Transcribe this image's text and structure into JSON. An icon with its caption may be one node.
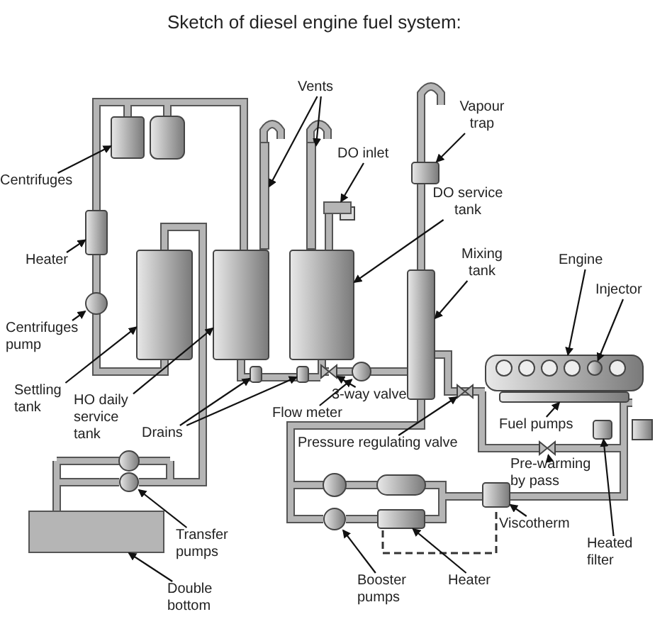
{
  "diagram": {
    "title": "Sketch of diesel engine fuel system:",
    "nodes": [
      {
        "text": [
          "Vents"
        ]
      },
      {
        "text": [
          "Vapour trap"
        ]
      },
      {
        "text": [
          "DO inlet"
        ]
      },
      {
        "text": [
          "Centrifuges"
        ]
      },
      {
        "text": [
          "DO service tank"
        ]
      },
      {
        "text": [
          "Mixing tank"
        ]
      },
      {
        "text": [
          "Engine"
        ]
      },
      {
        "text": [
          "Injector"
        ]
      },
      {
        "text": [
          "Heater"
        ]
      },
      {
        "text": [
          "Centrifuges pump"
        ]
      },
      {
        "text": [
          "Settling tank"
        ]
      },
      {
        "text": [
          "HO daily service tank"
        ]
      },
      {
        "text": [
          "Drains"
        ]
      },
      {
        "text": [
          "3-way valve"
        ]
      },
      {
        "text": [
          "Flow meter"
        ]
      },
      {
        "text": [
          "Fuel pumps"
        ]
      },
      {
        "text": [
          "Pressure regulating valve"
        ]
      },
      {
        "text": [
          "Pre-warming by pass"
        ]
      },
      {
        "text": [
          "Transfer pumps"
        ]
      },
      {
        "text": [
          "Viscotherm"
        ]
      },
      {
        "text": [
          "Heated filter"
        ]
      },
      {
        "text": [
          "Booster pumps"
        ]
      },
      {
        "text": [
          "Heater"
        ]
      },
      {
        "text": [
          "Double bottom"
        ]
      },
      {
        "text": [],
        "shape": "pipe"
      },
      {
        "text": [],
        "shape": "pipe"
      },
      {
        "text": [],
        "shape": "box"
      },
      {
        "text": [],
        "shape": "pipe"
      },
      {
        "text": [],
        "shape": "box"
      },
      {
        "text": [],
        "shape": "box"
      },
      {
        "text": [],
        "shape": "box"
      },
      {
        "text": [],
        "shape": "circle",
        "in": 30
      },
      {
        "text": [],
        "shape": "box"
      },
      {
        "text": [],
        "shape": "box"
      },
      {
        "text": [],
        "shape": "circle"
      },
      {
        "text": [],
        "shape": "box"
      },
      {
        "text": [],
        "shape": "box"
      },
      {
        "text": [],
        "shape": "box"
      },
      {
        "text": [],
        "shape": "box"
      },
      {
        "text": [],
        "shape": "valve"
      },
      {
        "text": [],
        "shape": "circle"
      },
      {
        "text": [],
        "shape": "box"
      },
      {
        "text": [],
        "shape": "valve"
      },
      {
        "text": [],
        "shape": "valve"
      },
      {
        "text": [],
        "shape": "box"
      },
      {
        "text": [],
        "shape": "box"
      },
      {
        "text": [],
        "shape": "box"
      },
      {
        "text": [],
        "shape": "circle"
      },
      {
        "text": [],
        "shape": "circle"
      },
      {
        "text": [],
        "shape": "pipe"
      }
    ],
    "edges": [
      {
        "from": 0,
        "to": 24,
        "arrow": "to"
      },
      {
        "from": 0,
        "to": 25,
        "arrow": "to"
      },
      {
        "from": 1,
        "to": 26,
        "arrow": "to"
      },
      {
        "from": 2,
        "to": 27,
        "arrow": "to"
      },
      {
        "from": 3,
        "to": 32,
        "arrow": "to"
      },
      {
        "from": 4,
        "to": 28,
        "arrow": "to"
      },
      {
        "from": 5,
        "to": 29,
        "arrow": "to"
      },
      {
        "from": 6,
        "to": 30,
        "arrow": "to"
      },
      {
        "from": 7,
        "to": 31,
        "arrow": "to"
      },
      {
        "from": 8,
        "to": 33,
        "arrow": "to"
      },
      {
        "from": 9,
        "to": 34,
        "arrow": "to"
      },
      {
        "from": 10,
        "to": 35,
        "arrow": "to"
      },
      {
        "from": 11,
        "to": 36,
        "arrow": "to"
      },
      {
        "from": 12,
        "to": 37,
        "arrow": "to"
      },
      {
        "from": 12,
        "to": 38,
        "arrow": "to"
      },
      {
        "from": 13,
        "to": 39,
        "arrow": "to"
      },
      {
        "from": 14,
        "to": 40,
        "arrow": "to"
      },
      {
        "from": 15,
        "to": 41,
        "arrow": "to"
      },
      {
        "from": 16,
        "to": 42,
        "arrow": "to"
      },
      {
        "from": 17,
        "to": 43,
        "arrow": "to"
      },
      {
        "from": 18,
        "to": 48,
        "arrow": "to"
      },
      {
        "from": 19,
        "to": 45,
        "arrow": "to"
      },
      {
        "from": 20,
        "to": 44,
        "arrow": "to"
      },
      {
        "from": 21,
        "to": 47,
        "arrow": "to"
      },
      {
        "from": 22,
        "to": 46,
        "arrow": "to"
      },
      {
        "from": 23,
        "to": 49,
        "arrow": "to"
      }
    ]
  }
}
